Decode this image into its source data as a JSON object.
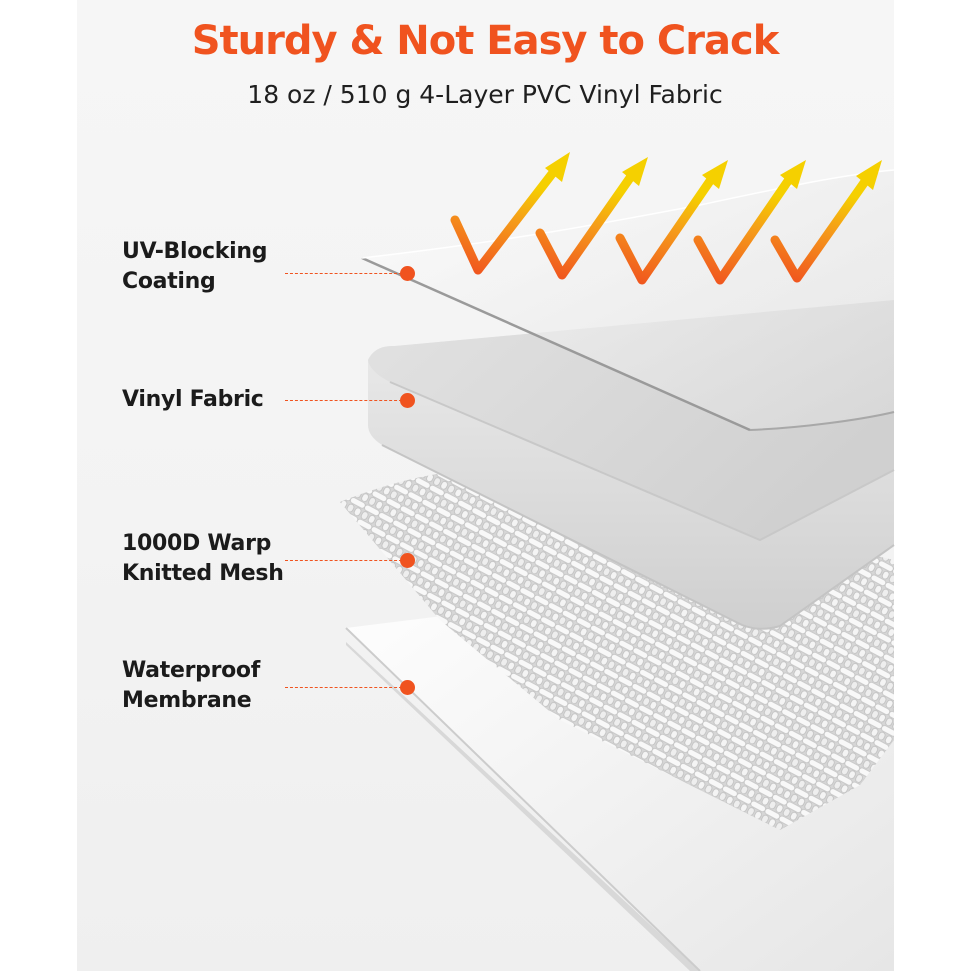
{
  "header": {
    "title": "Sturdy & Not Easy to Crack",
    "subtitle": "18 oz / 510 g 4-Layer PVC Vinyl Fabric"
  },
  "layers": [
    {
      "line1": "UV-Blocking",
      "line2": "Coating"
    },
    {
      "line1": "Vinyl Fabric",
      "line2": ""
    },
    {
      "line1": "1000D Warp",
      "line2": "Knitted Mesh"
    },
    {
      "line1": "Waterproof",
      "line2": "Membrane"
    }
  ],
  "colors": {
    "accent": "#f0531f",
    "arrow_start": "#f0531f",
    "arrow_end": "#f5d000",
    "text": "#1b1b1b"
  },
  "icons": [
    "uv-ray-arrow-icon"
  ]
}
